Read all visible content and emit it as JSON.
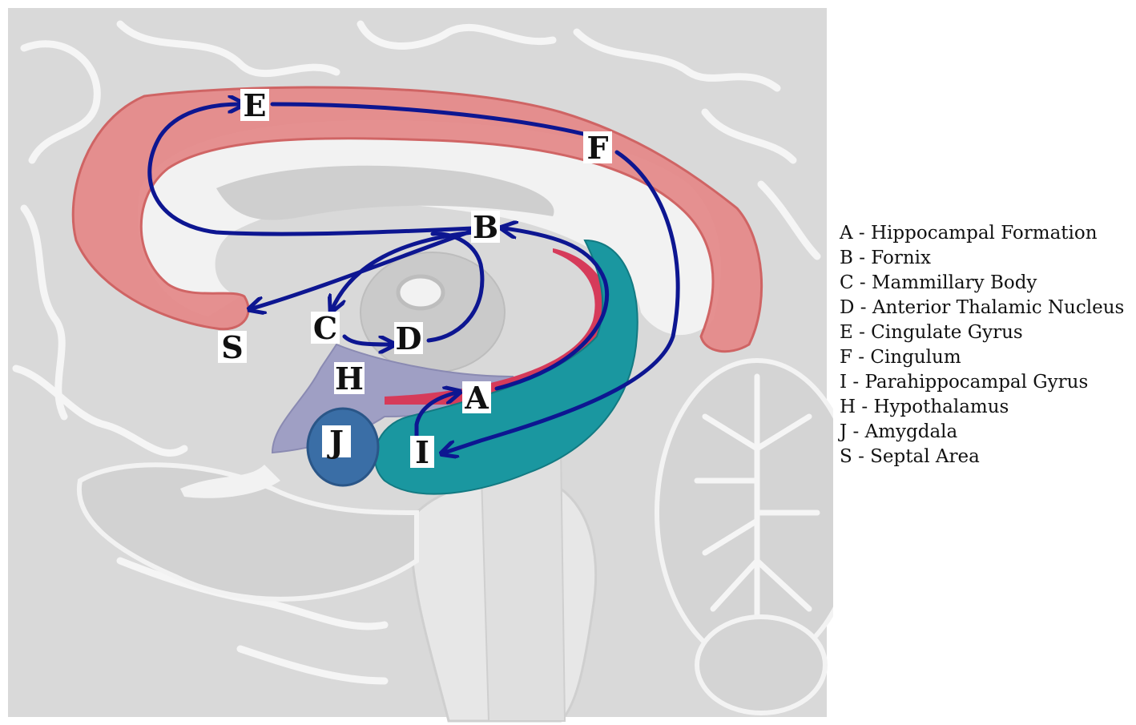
{
  "structures": {
    "A": "A",
    "B": "B",
    "C": "C",
    "D": "D",
    "E": "E",
    "F": "F",
    "H": "H",
    "I": "I",
    "J": "J",
    "S": "S"
  },
  "legend": [
    "A - Hippocampal Formation",
    "B - Fornix",
    "C - Mammillary Body",
    "D - Anterior Thalamic Nucleus",
    "E - Cingulate Gyrus",
    "F - Cingulum",
    "I - Parahippocampal Gyrus",
    "H - Hypothalamus",
    "J - Amygdala",
    "S - Septal Area"
  ],
  "colors": {
    "brain_tissue": "#d6d6d6",
    "sulci": "#f4f4f4",
    "cingulate_gyrus": "#e58b8b",
    "hippocampus": "#1a97a0",
    "hypothalamus": "#9f9fc4",
    "amygdala": "#3a6ea6",
    "circuit_arrows": "#0d1691"
  }
}
